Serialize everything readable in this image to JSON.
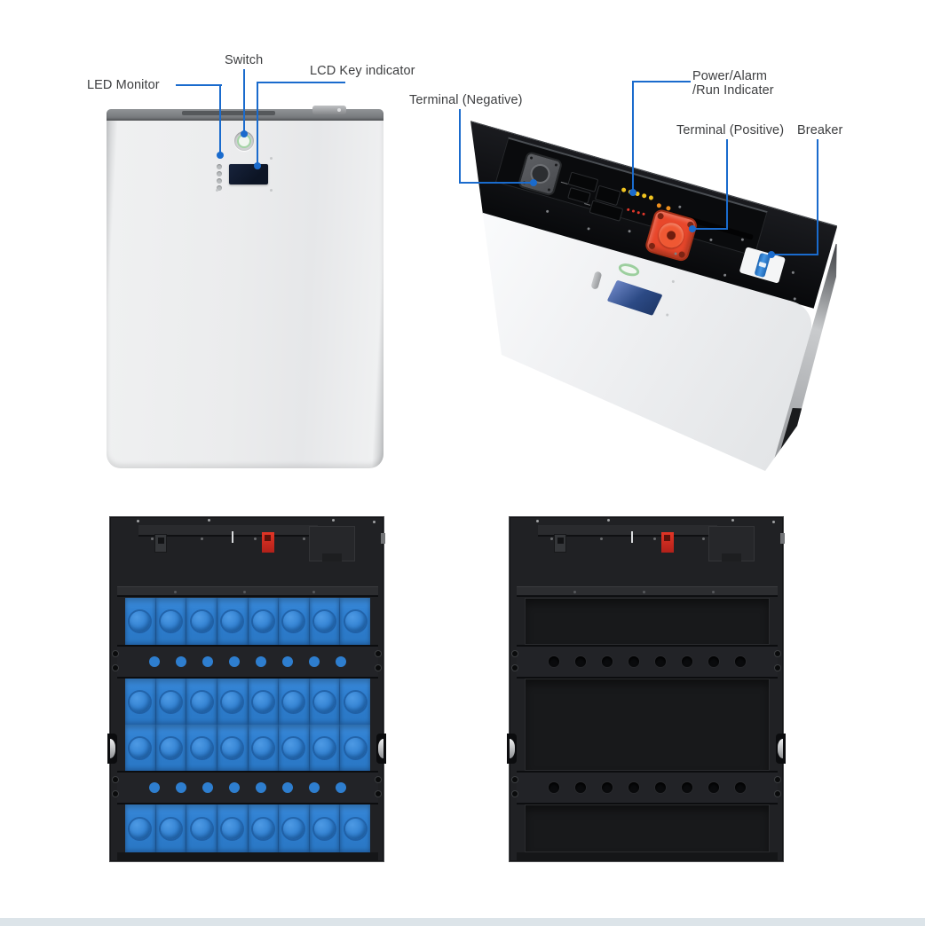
{
  "diagram": {
    "front_view": {
      "label_led_monitor": "LED Monitor",
      "label_switch": "Switch",
      "label_lcd_key_indicator": "LCD Key indicator",
      "led_count": 4
    },
    "top_view": {
      "label_terminal_negative": "Terminal (Negative)",
      "label_power_alarm_line1": "Power/Alarm",
      "label_power_alarm_line2": "/Run Indicater",
      "label_terminal_positive": "Terminal (Positive)",
      "label_breaker": "Breaker",
      "indicator_led_colors": [
        "#f2c520",
        "#f2c520",
        "#f2c520",
        "#f2c520",
        "#f2c520",
        "#ef8f1c",
        "#ef8f1c"
      ]
    },
    "internal_view": {
      "cells_per_row": 8,
      "cell_rows": 4,
      "retainer_dots": 8
    },
    "colors": {
      "leader_line_blue": "#1a6bcd",
      "battery_cell_blue": "#2e7ecf",
      "terminal_positive_red": "#e8472b",
      "enclosure_black": "#202124",
      "footer_bar": "#dce4e9"
    }
  }
}
